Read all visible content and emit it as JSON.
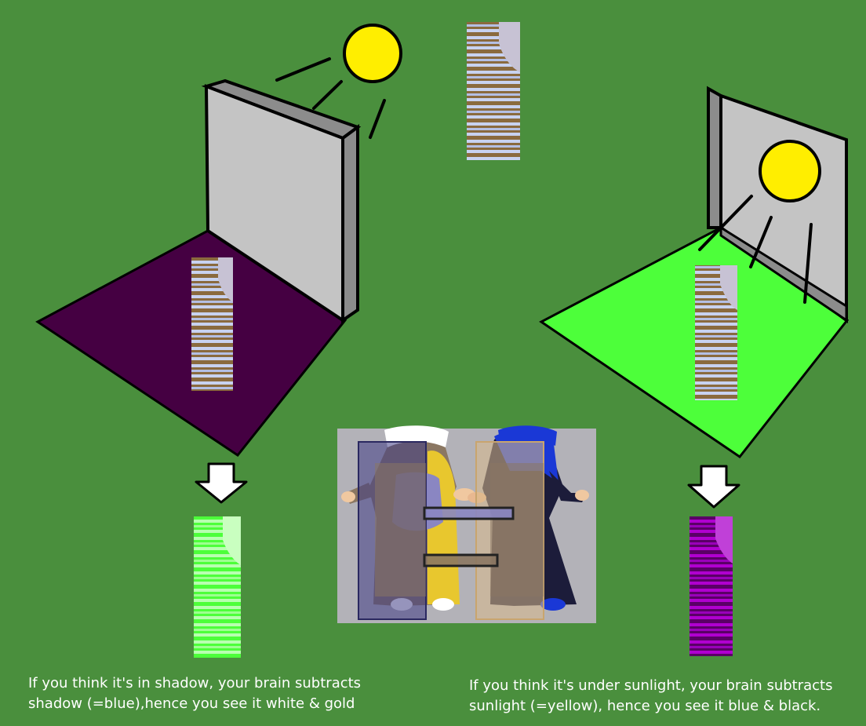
{
  "colors": {
    "background": "#4a8f3d",
    "shadow_floor": "#450042",
    "sunlit_floor": "#4dff3a",
    "wall": "#c4c4c4",
    "wall_edge": "#8c8c8c",
    "sun": "#ffee00",
    "outline": "#000000",
    "arrow": "#ffffff",
    "dress_blue": "#b9c4e6",
    "dress_gold": "#8a6a3e",
    "dress_green_tint": "#4dff3a",
    "dress_purple_tint": "#8a00a8",
    "shadow_overlay": "#3f3d85",
    "sunlight_overlay": "#d8b98a",
    "maid_dress_brown": "#8b7762",
    "maid_yellow": "#e8c72e",
    "maid_blue": "#1a38d6",
    "maid_navy": "#1c1c3a",
    "maid_apron_purple": "#8a86c2",
    "panel_bg": "#b3b2b8"
  },
  "captions": {
    "shadow": {
      "line1": "If you think it's in shadow, your brain subtracts",
      "line2": "shadow (=blue),hence you see it white & gold"
    },
    "sunlight": {
      "line1": "If you think it's under sunlight, your brain subtracts",
      "line2": "sunlight (=yellow), hence you see it blue & black."
    }
  }
}
